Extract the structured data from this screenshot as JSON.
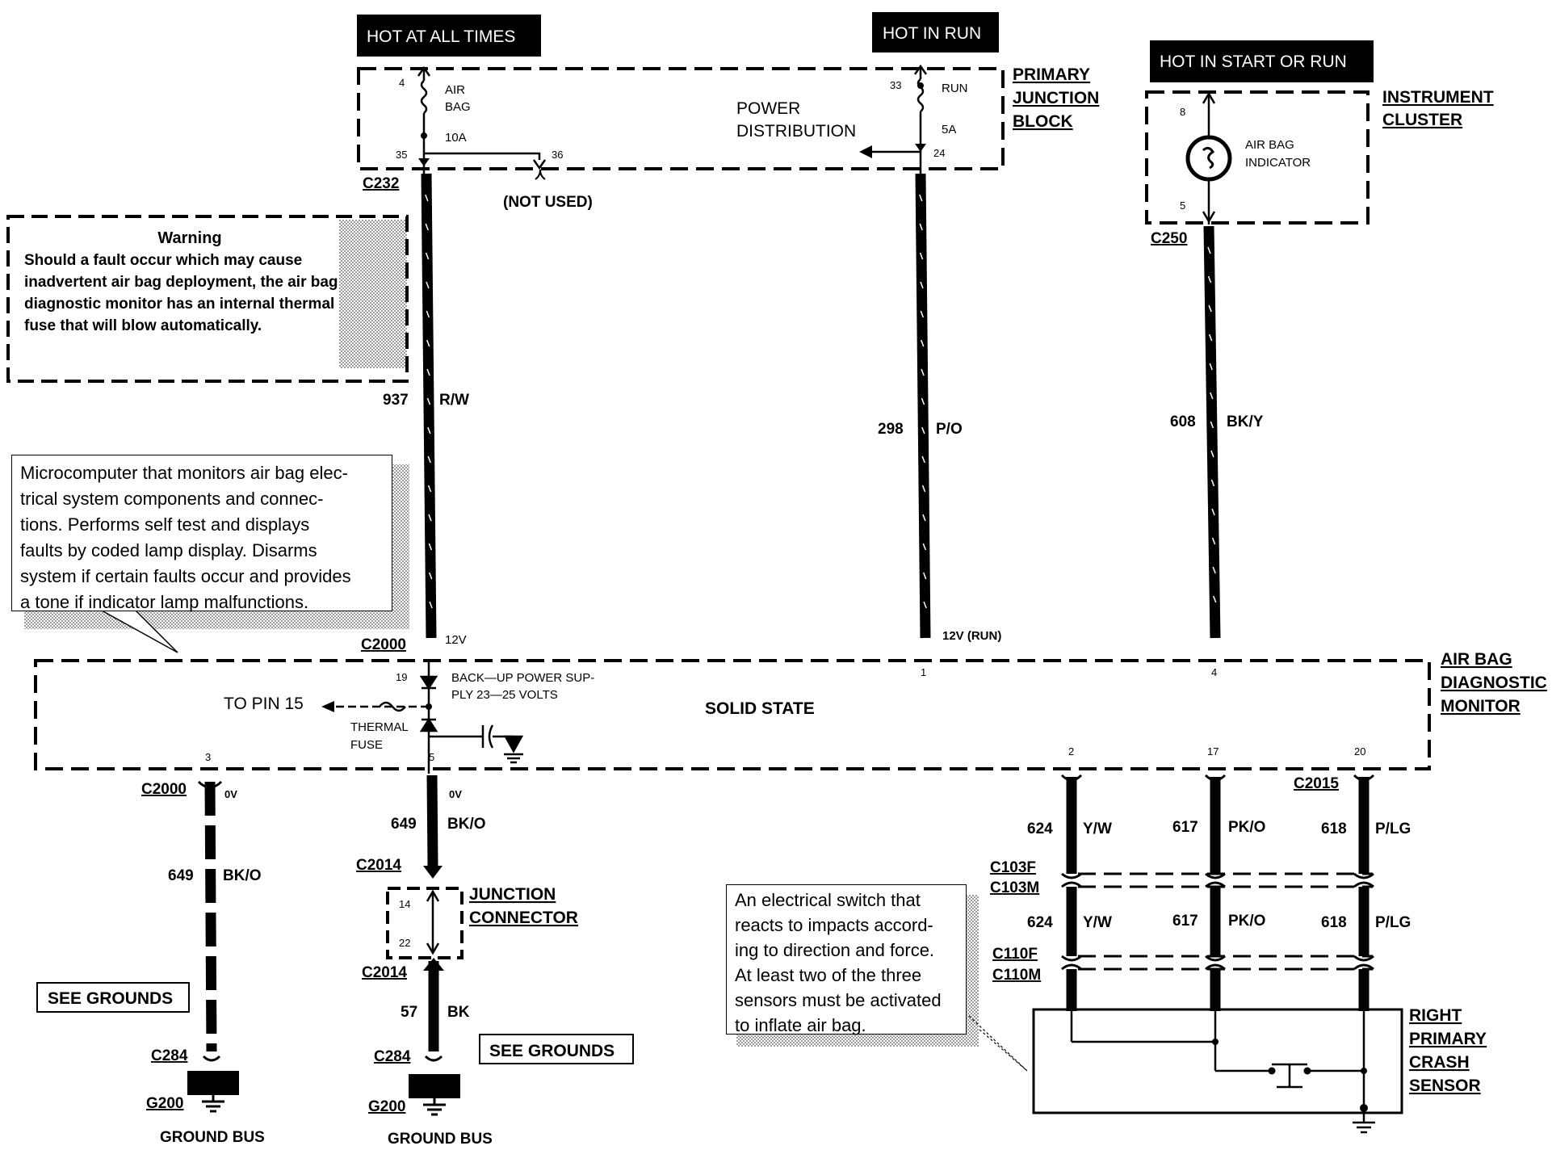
{
  "power_labels": {
    "hot_at_all_times": "HOT AT ALL TIMES",
    "hot_in_run": "HOT IN RUN",
    "hot_in_start_or_run": "HOT IN START OR RUN"
  },
  "primary_junction_block": {
    "title_lines": [
      "PRIMARY",
      "JUNCTION",
      "BLOCK"
    ],
    "center_lines": [
      "POWER",
      "DISTRIBUTION"
    ],
    "fuse_left": {
      "pin_top": "4",
      "name_lines": [
        "AIR",
        "BAG"
      ],
      "rating": "10A",
      "pin_bottom": "35",
      "pin_alt": "36"
    },
    "fuse_right": {
      "pin_top": "33",
      "name": "RUN",
      "rating": "5A",
      "pin_bottom": "24"
    },
    "not_used": "(NOT USED)",
    "connector": "C232"
  },
  "instrument_cluster": {
    "title_lines": [
      "INSTRUMENT",
      "CLUSTER"
    ],
    "indicator_lines": [
      "AIR BAG",
      "INDICATOR"
    ],
    "pin_top": "8",
    "pin_bottom": "5",
    "connector": "C250"
  },
  "warning": {
    "title": "Warning",
    "lines": [
      "Should a fault occur which may cause",
      "inadvertent air bag deployment, the air bag",
      "diagnostic monitor has an internal thermal",
      "fuse that will blow automatically."
    ]
  },
  "wires_top": [
    {
      "circuit": "937",
      "color": "R/W"
    },
    {
      "circuit": "298",
      "color": "P/O"
    },
    {
      "circuit": "608",
      "color": "BK/Y"
    }
  ],
  "monitor_note": [
    "Microcomputer that monitors air bag elec-",
    "trical system components and connec-",
    "tions.  Performs self test and displays",
    "faults by coded lamp display.  Disarms",
    "system if certain faults occur and provides",
    "a tone if indicator lamp malfunctions."
  ],
  "diagnostic_monitor": {
    "title_lines": [
      "AIR BAG",
      "DIAGNOSTIC",
      "MONITOR"
    ],
    "solid_state": "SOLID STATE",
    "to_pin": "TO PIN 15",
    "backup_lines": [
      "BACK—UP POWER SUP-",
      "PLY 23—25 VOLTS"
    ],
    "fuse_lines": [
      "THERMAL",
      "FUSE"
    ],
    "connector_top": "C2000",
    "v12": "12V",
    "v12_run": "12V (RUN)",
    "pins": {
      "p19": "19",
      "p1": "1",
      "p4": "4",
      "p3": "3",
      "p5": "5",
      "p2": "2",
      "p17": "17",
      "p20": "20"
    }
  },
  "left_ground": {
    "connector": "C2000",
    "volt": "0V",
    "circuit": "649",
    "color": "BK/O",
    "see_grounds": "SEE GROUNDS",
    "c284": "C284",
    "g200": "G200",
    "ground_bus": "GROUND BUS"
  },
  "middle_ground": {
    "volt": "0V",
    "circuit": "649",
    "color": "BK/O",
    "connector_top": "C2014",
    "junction_lines": [
      "JUNCTION",
      "CONNECTOR"
    ],
    "pin_a": "14",
    "pin_b": "22",
    "connector_bottom": "C2014",
    "circuit2": "57",
    "color2": "BK",
    "see_grounds": "SEE GROUNDS",
    "c284": "C284",
    "g200": "G200",
    "ground_bus": "GROUND BUS"
  },
  "crash_sensor": {
    "connector_top": "C2015",
    "wires": [
      {
        "circuit": "624",
        "color": "Y/W"
      },
      {
        "circuit": "617",
        "color": "PK/O"
      },
      {
        "circuit": "618",
        "color": "P/LG"
      }
    ],
    "c103f": "C103F",
    "c103m": "C103M",
    "c110f": "C110F",
    "c110m": "C110M",
    "title_lines": [
      "RIGHT",
      "PRIMARY",
      "CRASH",
      "SENSOR"
    ]
  },
  "sensor_note": [
    "An electrical switch that",
    "reacts to impacts accord-",
    "ing to direction and force.",
    "At least two of the three",
    "sensors must be activated",
    "to inflate air bag."
  ]
}
